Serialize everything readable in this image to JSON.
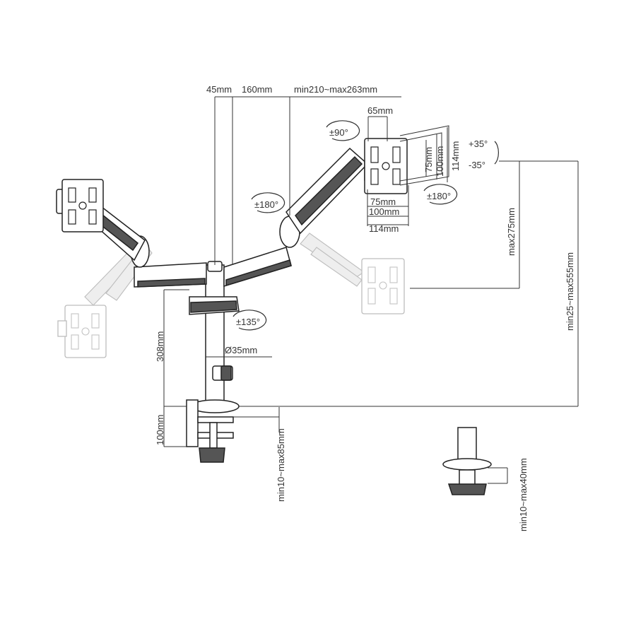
{
  "dimensions": {
    "offset_45": "45mm",
    "arm_160": "160mm",
    "arm_range": "min210~max263mm",
    "tilt_depth": "65mm",
    "vesa_75": "75mm",
    "vesa_100": "100mm",
    "vesa_114": "114mm",
    "height_275": "max275mm",
    "height_range": "min25~max555mm",
    "pole_height": "308mm",
    "clamp_height": "100mm",
    "pole_diameter": "Ø35mm",
    "clamp_range": "min10~max85mm",
    "grommet_range": "min10~max40mm"
  },
  "rotations": {
    "tilt": "±90°",
    "swivel_left": "±180°",
    "swivel_right": "±180°",
    "base": "±135°",
    "tilt_up": "+35°",
    "tilt_down": "-35°"
  },
  "colors": {
    "line": "#333333",
    "ghost": "#bdbdbd",
    "background": "#ffffff"
  }
}
